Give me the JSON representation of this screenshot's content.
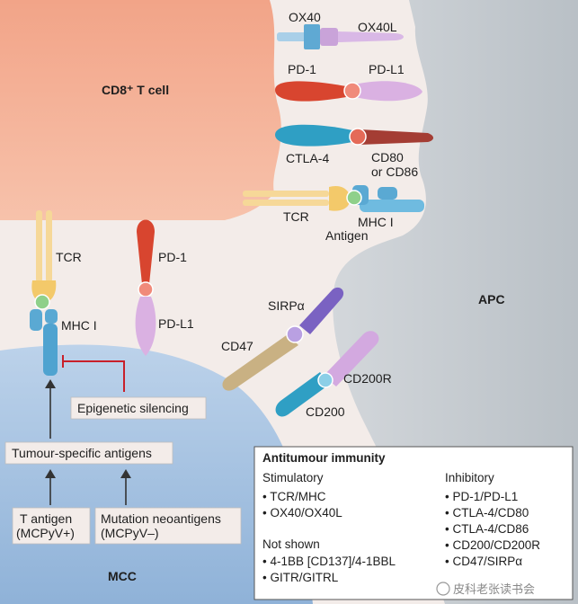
{
  "cells": {
    "t_cell": "CD8⁺ T cell",
    "apc": "APC",
    "mcc": "MCC"
  },
  "pairs": {
    "ox40": "OX40",
    "ox40l": "OX40L",
    "pd1_top": "PD-1",
    "pdl1_top": "PD-L1",
    "ctla4": "CTLA-4",
    "cd80_line1": "CD80",
    "cd80_line2": "or CD86",
    "tcr_top": "TCR",
    "mhc_top": "MHC I",
    "antigen": "Antigen",
    "sirpa": "SIRPα",
    "cd47": "CD47",
    "cd200r": "CD200R",
    "cd200": "CD200"
  },
  "mcc_side": {
    "tcr": "TCR",
    "mhc": "MHC I",
    "pd1": "PD-1",
    "pdl1": "PD-L1",
    "epigenetic": "Epigenetic silencing",
    "tumour_antigens": "Tumour-specific antigens",
    "t_antigen_line1": "T antigen",
    "t_antigen_line2": "(MCPyV+)",
    "mutation_line1": "Mutation neoantigens",
    "mutation_line2": "(MCPyV–)"
  },
  "legend": {
    "title": "Antitumour immunity",
    "stimulatory_heading": "Stimulatory",
    "stimulatory": [
      "• TCR/MHC",
      "• OX40/OX40L"
    ],
    "not_shown_heading": "Not shown",
    "not_shown": [
      "• 4-1BB [CD137]/4-1BBL",
      "• GITR/GITRL"
    ],
    "inhibitory_heading": "Inhibitory",
    "inhibitory": [
      "• PD-1/PD-L1",
      "• CTLA-4/CD80",
      "• CTLA-4/CD86",
      "• CD200/CD200R",
      "• CD47/SIRPα"
    ]
  },
  "watermark": "皮科老张读书会"
}
